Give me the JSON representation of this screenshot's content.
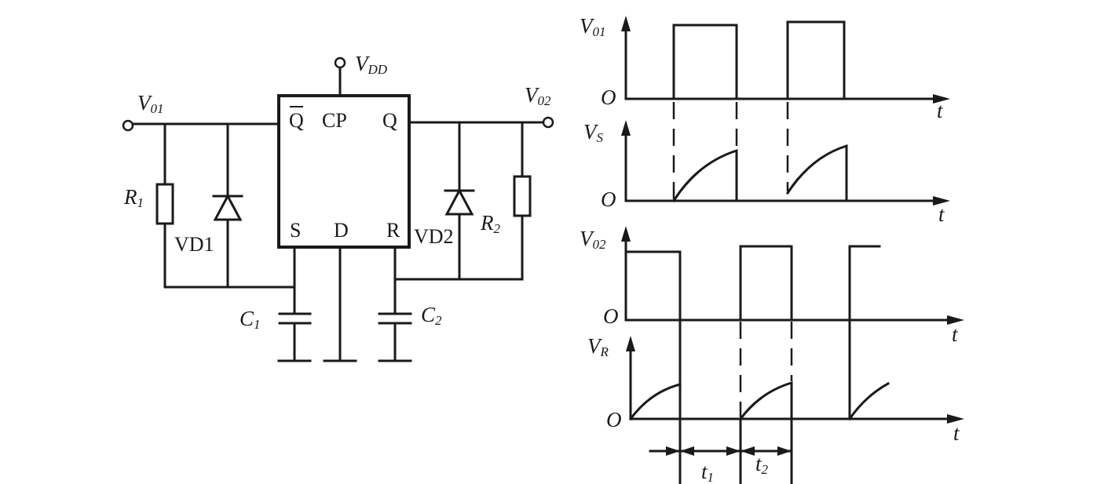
{
  "circuit": {
    "vdd": {
      "main": "V",
      "sub": "DD"
    },
    "v01": {
      "main": "V",
      "sub": "01"
    },
    "v02": {
      "main": "V",
      "sub": "02"
    },
    "r1": {
      "main": "R",
      "sub": "1"
    },
    "r2": {
      "main": "R",
      "sub": "2"
    },
    "c1": {
      "main": "C",
      "sub": "1"
    },
    "c2": {
      "main": "C",
      "sub": "2"
    },
    "vd1": "VD1",
    "vd2": "VD2",
    "pins": {
      "qbar": "Q",
      "cp": "CP",
      "q": "Q",
      "s": "S",
      "d": "D",
      "r": "R"
    }
  },
  "waveforms": {
    "origin_label": "O",
    "time_label": "t",
    "v01": {
      "main": "V",
      "sub": "01"
    },
    "vs": {
      "main": "V",
      "sub": "S"
    },
    "v02": {
      "main": "V",
      "sub": "02"
    },
    "vr": {
      "main": "V",
      "sub": "R"
    },
    "t1": {
      "main": "t",
      "sub": "1"
    },
    "t2": {
      "main": "t",
      "sub": "2"
    }
  }
}
